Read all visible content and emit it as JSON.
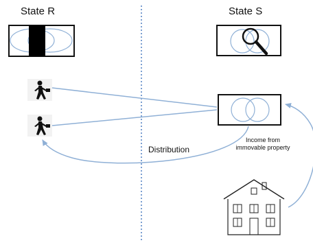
{
  "state_r_label": "State R",
  "state_s_label": "State S",
  "distribution_label": "Distribution",
  "income_label_line1": "Income from",
  "income_label_line2": "immovable property",
  "colors": {
    "arrow": "#8fb0d6",
    "divider": "#4f7fc2",
    "box_stroke": "#111111",
    "black_block": "#000000"
  },
  "icons": {
    "person_top": "person-walking-icon",
    "person_bottom": "person-walking-icon",
    "magnifier": "magnifier-icon",
    "house": "house-icon"
  }
}
